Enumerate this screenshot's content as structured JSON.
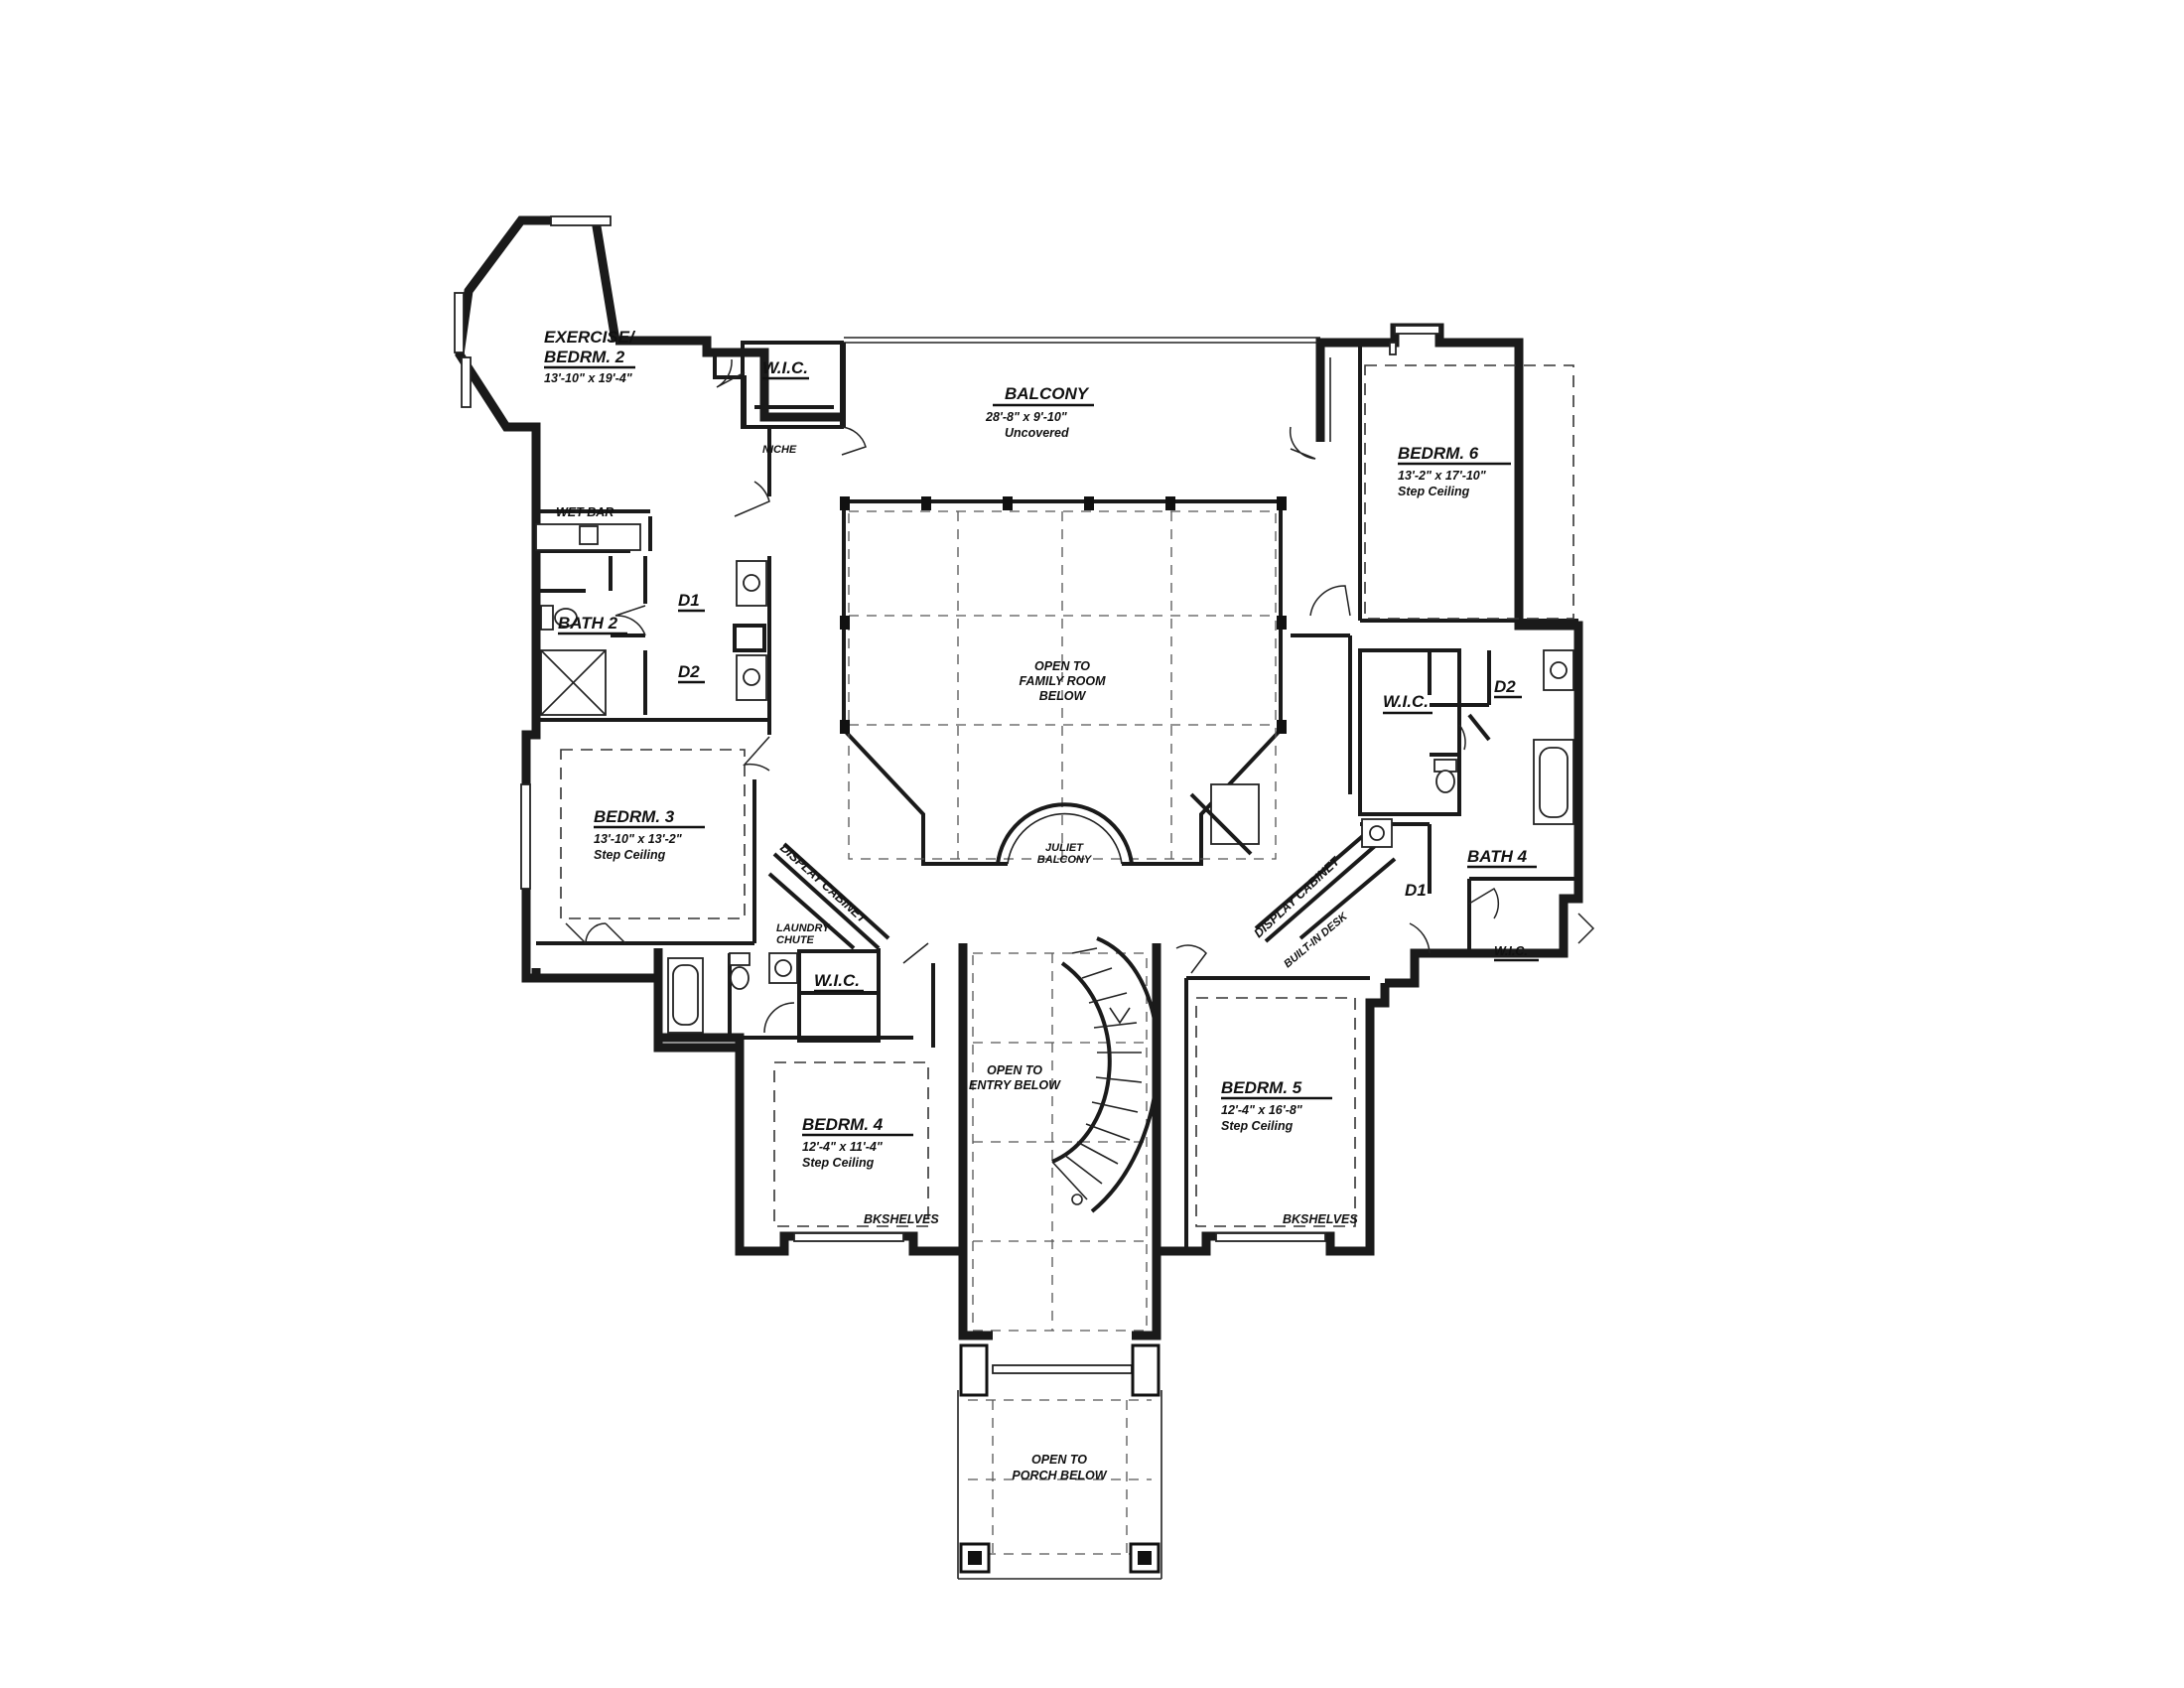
{
  "rooms": {
    "exercise": {
      "name_line1": "EXERCISE/",
      "name_line2": "BEDRM. 2",
      "dims": "13'-10\" x 19'-4\""
    },
    "wic_top_left": {
      "name": "W.I.C."
    },
    "niche": {
      "name": "NICHE"
    },
    "balcony": {
      "name": "BALCONY",
      "dims": "28'-8\" x 9'-10\"",
      "note": "Uncovered"
    },
    "bedrm6": {
      "name": "BEDRM. 6",
      "dims": "13'-2\" x 17'-10\"",
      "note": "Step Ceiling"
    },
    "wet_bar": {
      "name": "WET BAR"
    },
    "bath2": {
      "name": "BATH 2",
      "d1": "D1",
      "d2": "D2"
    },
    "open_family": {
      "line1": "OPEN TO",
      "line2": "FAMILY ROOM",
      "line3": "BELOW"
    },
    "wic_right": {
      "name": "W.I.C."
    },
    "d2_right": {
      "name": "D2"
    },
    "bedrm3": {
      "name": "BEDRM. 3",
      "dims": "13'-10\" x 13'-2\"",
      "note": "Step Ceiling"
    },
    "display_left": {
      "name": "DISPLAY CABINET"
    },
    "laundry": {
      "line1": "LAUNDRY",
      "line2": "CHUTE"
    },
    "juliet": {
      "line1": "JULIET",
      "line2": "BALCONY"
    },
    "display_right": {
      "name": "DISPLAY CABINET"
    },
    "builtin_desk": {
      "name": "BUILT-IN DESK"
    },
    "bath4": {
      "name": "BATH 4",
      "d1": "D1",
      "wic": "W.I.C."
    },
    "wic_mid": {
      "name": "W.I.C."
    },
    "open_entry": {
      "line1": "OPEN TO",
      "line2": "ENTRY BELOW"
    },
    "bedrm4": {
      "name": "BEDRM. 4",
      "dims": "12'-4\" x 11'-4\"",
      "note": "Step Ceiling",
      "shelves": "BKSHELVES"
    },
    "bedrm5": {
      "name": "BEDRM. 5",
      "dims": "12'-4\" x 16'-8\"",
      "note": "Step Ceiling",
      "shelves": "BKSHELVES"
    },
    "open_porch": {
      "line1": "OPEN TO",
      "line2": "PORCH BELOW"
    }
  }
}
